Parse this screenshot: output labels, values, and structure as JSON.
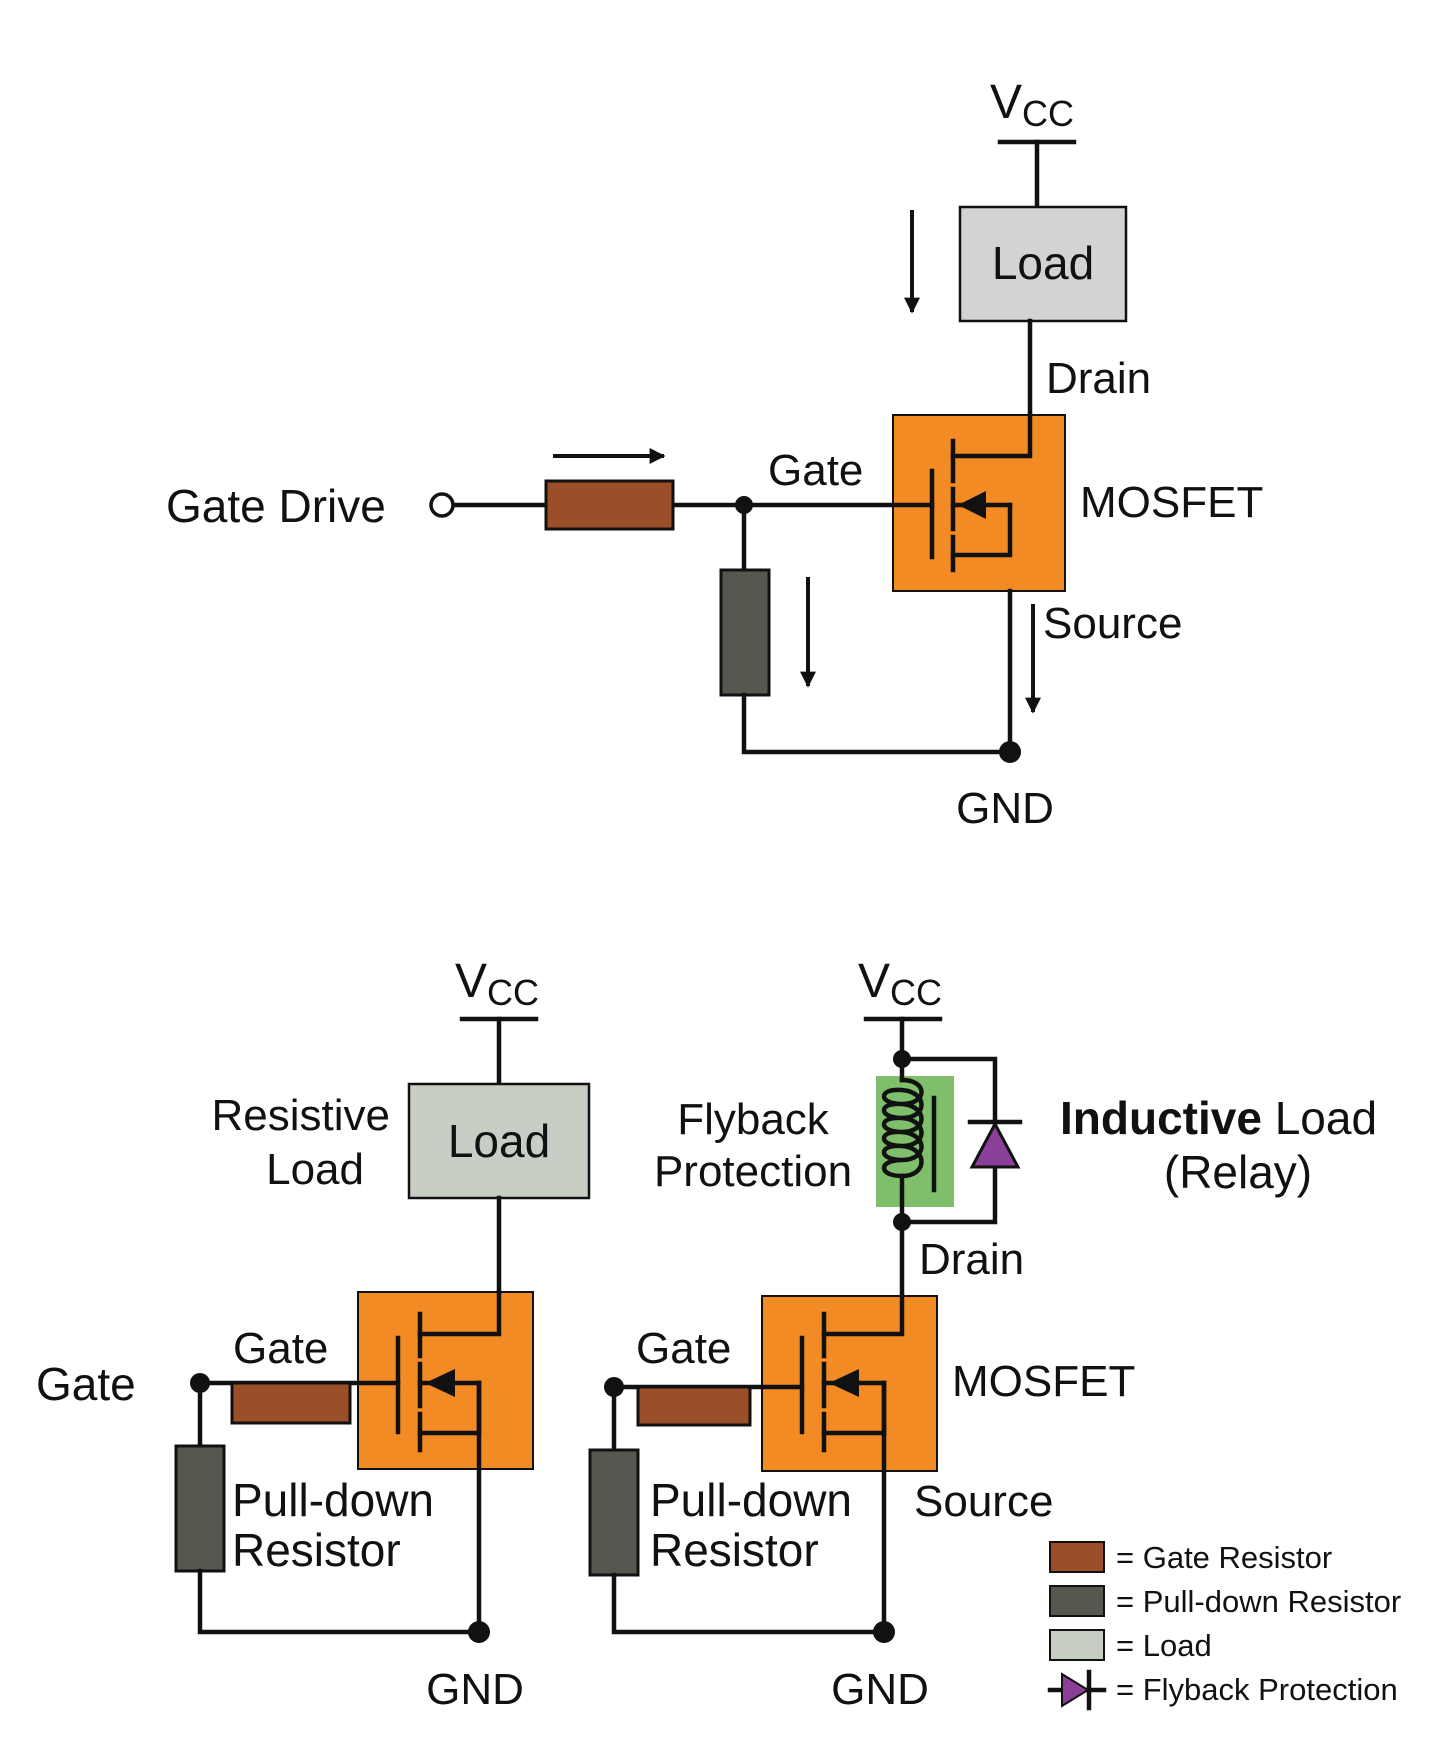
{
  "colors": {
    "mosfet": "#f38b24",
    "gate_resistor": "#9a4f28",
    "pulldown_resistor": "#58574f",
    "load_top": "#d3d3d3",
    "load_bottom": "#c7cec4",
    "coil_bg": "#7fbf6c",
    "diode": "#8a3f98",
    "wire": "#111111"
  },
  "top": {
    "vcc": "V",
    "vcc_sub": "CC",
    "load": "Load",
    "drain": "Drain",
    "gate": "Gate",
    "mosfet": "MOSFET",
    "gate_drive": "Gate Drive",
    "source": "Source",
    "gnd": "GND"
  },
  "left": {
    "vcc": "V",
    "vcc_sub": "CC",
    "resistive_line1": "Resistive",
    "resistive_line2": "Load",
    "load": "Load",
    "gate_outer": "Gate",
    "gate_inner": "Gate",
    "pulldown_line1": "Pull-down",
    "pulldown_line2": "Resistor",
    "gnd": "GND"
  },
  "right": {
    "vcc": "V",
    "vcc_sub": "CC",
    "flyback_line1": "Flyback",
    "flyback_line2": "Protection",
    "inductive_bold": "Inductive",
    "inductive_rest": " Load",
    "relay": "(Relay)",
    "drain": "Drain",
    "gate": "Gate",
    "mosfet": "MOSFET",
    "source": "Source",
    "pulldown_line1": "Pull-down",
    "pulldown_line2": "Resistor",
    "gnd": "GND"
  },
  "legend": [
    {
      "label": "= Gate Resistor",
      "swatch": "gate_resistor"
    },
    {
      "label": "= Pull-down Resistor",
      "swatch": "pulldown_resistor"
    },
    {
      "label": "= Load",
      "swatch": "load_bottom"
    },
    {
      "label": "= Flyback Protection",
      "swatch": "diode"
    }
  ]
}
